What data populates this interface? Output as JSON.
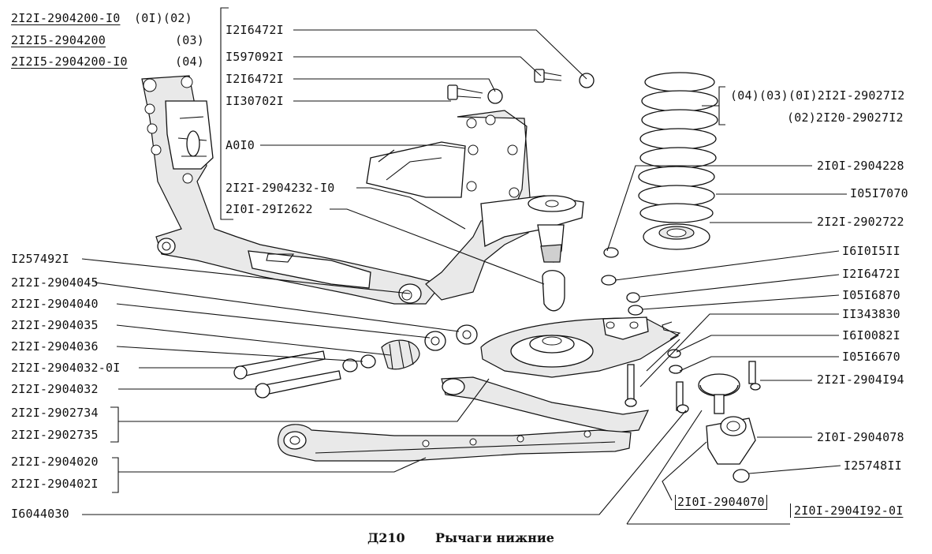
{
  "header_parts": [
    {
      "code": "2I2I-2904200-I0",
      "variant": "(0I)(02)"
    },
    {
      "code": "2I2I5-2904200",
      "variant": "(03)"
    },
    {
      "code": "2I2I5-2904200-I0",
      "variant": "(04)"
    }
  ],
  "top_callouts": [
    "I2I6472I",
    "I597092I",
    "I2I6472I",
    "II30702I",
    "A0I0",
    "2I2I-2904232-I0",
    "2I0I-29I2622"
  ],
  "left_callouts": [
    "I257492I",
    "2I2I-2904045",
    "2I2I-2904040",
    "2I2I-2904035",
    "2I2I-2904036",
    "2I2I-2904032-0I",
    "2I2I-2904032"
  ],
  "left_groups": [
    [
      "2I2I-2902734",
      "2I2I-2902735"
    ],
    [
      "2I2I-2904020",
      "2I2I-290402I"
    ]
  ],
  "bottom_left_callout": "I6044030",
  "spring_group": [
    "(04)(03)(0I)2I2I-29027I2",
    "(02)2I20-29027I2"
  ],
  "right_callouts": [
    "2I0I-2904228",
    "I05I7070",
    "2I2I-2902722",
    "I6I0I5II",
    "I2I6472I",
    "I05I6870",
    "II343830",
    "I6I0082I",
    "I05I6670",
    "2I2I-2904I94",
    "2I0I-2904078",
    "I25748II"
  ],
  "bottom_center_callout": "2I0I-2904070",
  "bottom_right_callout": "2I0I-2904I92-0I",
  "caption": {
    "code": "Д210",
    "title": "Рычаги нижние"
  }
}
